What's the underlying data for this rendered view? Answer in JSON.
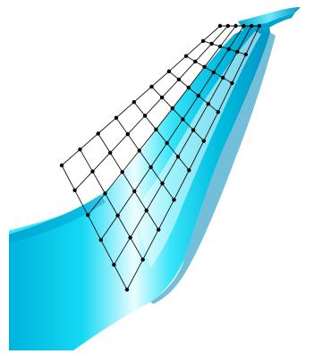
{
  "colors": {
    "background": "#ffffff",
    "surface_light": "#d8fbff",
    "surface_mid": "#00d6f2",
    "surface_dark": "#00a7cf",
    "surface_deep": "#0086b3",
    "lattice_line": "#111111",
    "control_point": "#000000"
  },
  "lattice": {
    "rows": 6,
    "columns": 10,
    "shape": "cubic Bezier control-point grid over a swept wing/fin surface"
  }
}
